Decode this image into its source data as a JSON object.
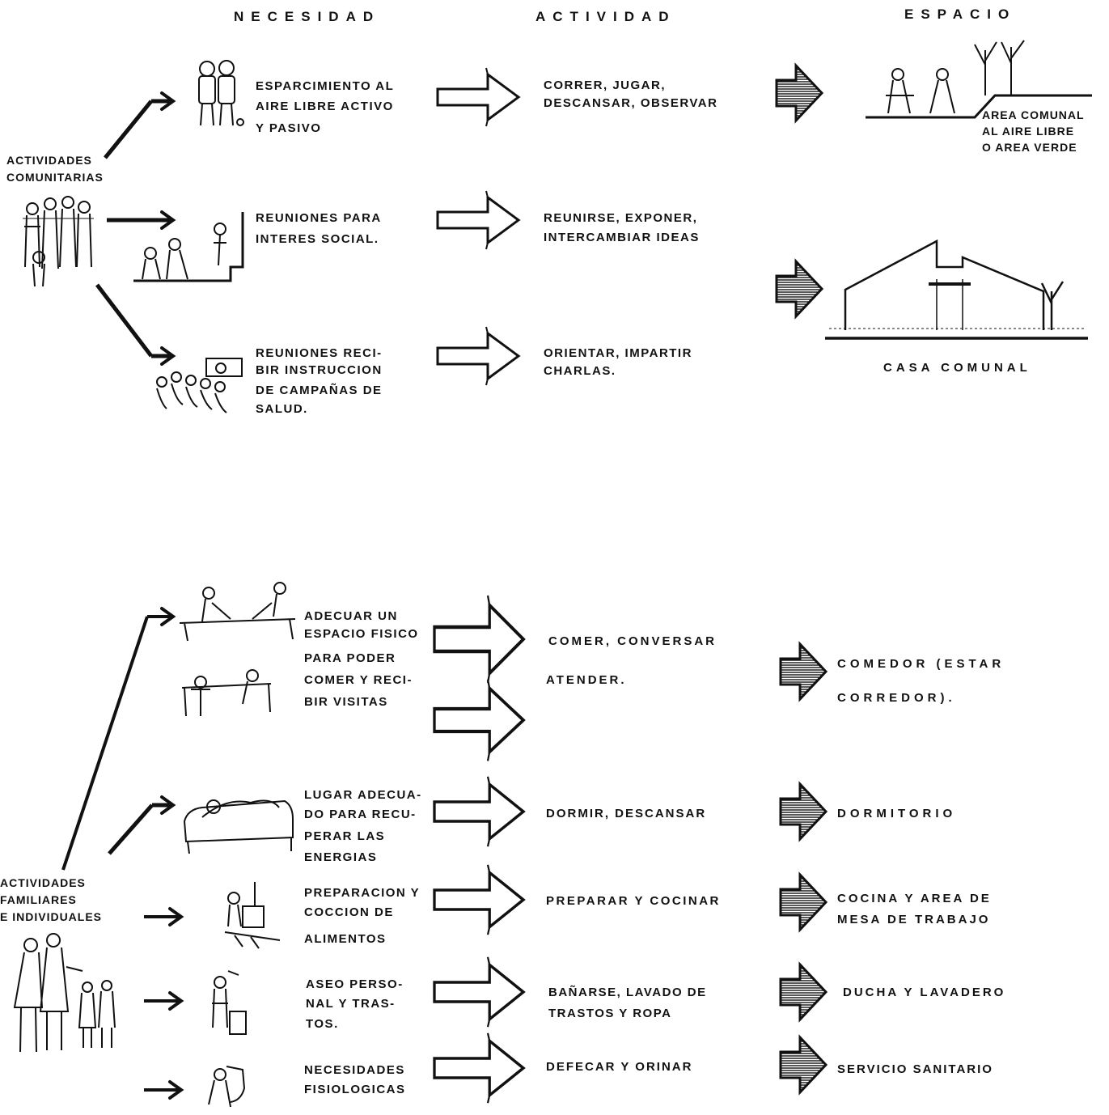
{
  "headers": {
    "necesidad": "NECESIDAD",
    "actividad": "ACTIVIDAD",
    "espacio": "ESPACIO"
  },
  "groups": {
    "comunitarias": "ACTIVIDADES COMUNITARIAS",
    "familiares_line1": "ACTIVIDADES",
    "familiares_line2": "FAMILIARES",
    "familiares_line3": "E INDIVIDUALES"
  },
  "rows": [
    {
      "necesidad": [
        "ESPARCIMIENTO AL",
        "AIRE LIBRE ACTIVO",
        "Y PASIVO"
      ],
      "actividad": [
        "CORRER, JUGAR,",
        "DESCANSAR, OBSERVAR"
      ],
      "espacio": [
        "AREA COMUNAL",
        "AL AIRE LIBRE",
        "O AREA VERDE"
      ]
    },
    {
      "necesidad": [
        "REUNIONES PARA",
        "INTERES SOCIAL."
      ],
      "actividad": [
        "REUNIRSE, EXPONER,",
        "INTERCAMBIAR IDEAS"
      ]
    },
    {
      "necesidad": [
        "REUNIONES RECI-",
        "BIR INSTRUCCION",
        "DE CAMPAÑAS DE",
        "SALUD."
      ],
      "actividad": [
        "ORIENTAR, IMPARTIR",
        "CHARLAS."
      ],
      "espacio": [
        "CASA COMUNAL"
      ]
    },
    {
      "necesidad": [
        "ADECUAR UN",
        "ESPACIO FISICO",
        "PARA PODER",
        "COMER Y RECI-",
        "BIR VISITAS"
      ],
      "actividad": [
        "COMER, CONVERSAR",
        "ATENDER."
      ],
      "espacio": [
        "COMEDOR (ESTAR",
        "CORREDOR)."
      ]
    },
    {
      "necesidad": [
        "LUGAR ADECUA-",
        "DO PARA RECU-",
        "PERAR LAS",
        "ENERGIAS"
      ],
      "actividad": [
        "DORMIR, DESCANSAR"
      ],
      "espacio": [
        "DORMITORIO"
      ]
    },
    {
      "necesidad": [
        "PREPARACION Y",
        "COCCION DE",
        "ALIMENTOS"
      ],
      "actividad": [
        "PREPARAR Y COCINAR"
      ],
      "espacio": [
        "COCINA Y AREA DE",
        "MESA DE TRABAJO"
      ]
    },
    {
      "necesidad": [
        "ASEO PERSO-",
        "NAL Y TRAS-",
        "TOS."
      ],
      "actividad": [
        "BAÑARSE, LAVADO DE",
        "TRASTOS Y ROPA"
      ],
      "espacio": [
        "DUCHA Y LAVADERO"
      ]
    },
    {
      "necesidad": [
        "NECESIDADES",
        "FISIOLOGICAS"
      ],
      "actividad": [
        "DEFECAR Y ORINAR"
      ],
      "espacio": [
        "SERVICIO SANITARIO"
      ]
    }
  ],
  "icons": [
    "people-group-icon",
    "family-group-icon",
    "outdoor-people-icon",
    "meeting-icon",
    "audience-icon",
    "dining-table-icon",
    "bed-icon",
    "cooking-icon",
    "washing-icon",
    "toilet-icon",
    "tree-icon",
    "hatched-arrow-icon",
    "hollow-arrow-icon"
  ],
  "colors": {
    "ink": "#111111",
    "paper": "#ffffff"
  }
}
